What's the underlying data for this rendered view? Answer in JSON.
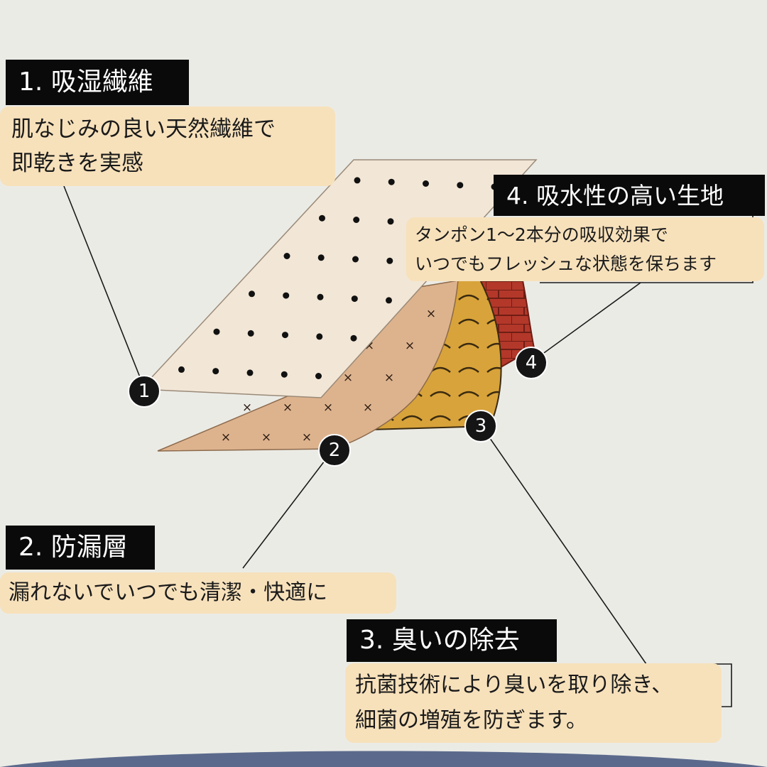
{
  "colors": {
    "background": "#ebebe6",
    "layer1": "#f2e6d6",
    "layer2": "#ddb38e",
    "layer3": "#d8a33a",
    "layer4": "#b3382a",
    "label_bg": "#0a0a0a",
    "desc_bg": "#f7e1bb"
  },
  "icons": {
    "layer1": "dot-pattern",
    "layer2": "cross-pattern",
    "layer3": "arc-pattern",
    "layer4": "brick-pattern"
  },
  "callouts": [
    {
      "number": "1",
      "title": "1. 吸湿繊維",
      "lines": [
        "肌なじみの良い天然繊維で",
        "即乾きを実感"
      ]
    },
    {
      "number": "2",
      "title": "2. 防漏層",
      "lines": [
        "漏れないでいつでも清潔・快適に"
      ]
    },
    {
      "number": "3",
      "title": "3. 臭いの除去",
      "lines": [
        "抗菌技術により臭いを取り除き、",
        "細菌の増殖を防ぎます。"
      ]
    },
    {
      "number": "4",
      "title": "4. 吸水性の高い生地",
      "lines": [
        "タンポン1〜2本分の吸収効果で",
        "いつでもフレッシュな状態を保ちます"
      ]
    }
  ]
}
